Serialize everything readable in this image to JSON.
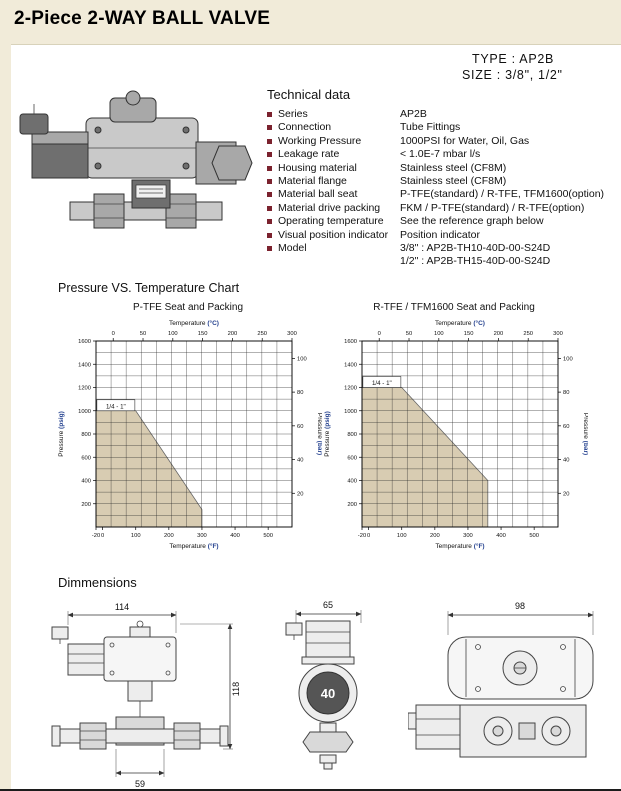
{
  "page": {
    "title": "2-Piece 2-WAY BALL VALVE",
    "type_label": "TYPE : AP2B",
    "size_label": "SIZE : 3/8\", 1/2\""
  },
  "technical": {
    "heading": "Technical data",
    "rows": [
      {
        "label": "Series",
        "value": "AP2B"
      },
      {
        "label": "Connection",
        "value": "Tube Fittings"
      },
      {
        "label": "Working Pressure",
        "value": "1000PSI for Water, Oil, Gas"
      },
      {
        "label": "Leakage rate",
        "value": "< 1.0E-7 mbar l/s"
      },
      {
        "label": "Housing material",
        "value": "Stainless steel (CF8M)"
      },
      {
        "label": "Material flange",
        "value": "Stainless steel (CF8M)"
      },
      {
        "label": "Material ball seat",
        "value": "P-TFE(standard) / R-TFE, TFM1600(option)"
      },
      {
        "label": "Material drive packing",
        "value": "FKM / P-TFE(standard) / R-TFE(option)"
      },
      {
        "label": "Operating temperature",
        "value": "See the reference graph below"
      },
      {
        "label": "Visual position indicator",
        "value": "Position indicator"
      },
      {
        "label": "Model",
        "value": "3/8\" : AP2B-TH10-40D-00-S24D",
        "value2": "1/2\" : AP2B-TH15-40D-00-S24D"
      }
    ]
  },
  "chart_section_heading": "Pressure VS. Temperature Chart",
  "chart_data": [
    {
      "type": "area",
      "title": "P-TFE Seat and Packing",
      "xlabel_top": "Temperature (°C)",
      "xlabel_bottom": "Temperature (°F)",
      "ylabel_left": "Pressure (psig)",
      "ylabel_right": "Pressure (bar)",
      "x_range_f": [
        -20,
        572
      ],
      "y_range_psig": [
        0,
        1600
      ],
      "x_ticks_f": [
        -20,
        0,
        100,
        200,
        300,
        400,
        500
      ],
      "x_ticks_c": [
        0,
        50,
        100,
        150,
        200,
        250,
        300
      ],
      "y_ticks_psig": [
        200,
        400,
        600,
        800,
        1000,
        1200,
        1400,
        1600
      ],
      "y_ticks_bar": [
        20,
        40,
        60,
        80,
        100
      ],
      "grid": true,
      "legend": "none",
      "fill_color": "#d8ccb2",
      "envelope_f_psig": [
        [
          -20,
          1000
        ],
        [
          100,
          1000
        ],
        [
          300,
          150
        ],
        [
          300,
          0
        ],
        [
          -20,
          0
        ]
      ],
      "annotation": "1/4 - 1\""
    },
    {
      "type": "area",
      "title": "R-TFE / TFM1600 Seat and Packing",
      "xlabel_top": "Temperature (°C)",
      "xlabel_bottom": "Temperature (°F)",
      "ylabel_left": "Pressure (psig)",
      "ylabel_right": "Pressure (bar)",
      "x_range_f": [
        -20,
        572
      ],
      "y_range_psig": [
        0,
        1600
      ],
      "x_ticks_f": [
        -20,
        0,
        100,
        200,
        300,
        400,
        500
      ],
      "x_ticks_c": [
        0,
        50,
        100,
        150,
        200,
        250,
        300
      ],
      "y_ticks_psig": [
        200,
        400,
        600,
        800,
        1000,
        1200,
        1400,
        1600
      ],
      "y_ticks_bar": [
        20,
        40,
        60,
        80,
        100
      ],
      "grid": true,
      "legend": "none",
      "fill_color": "#d8ccb2",
      "envelope_f_psig": [
        [
          -20,
          1200
        ],
        [
          100,
          1200
        ],
        [
          360,
          400
        ],
        [
          360,
          0
        ],
        [
          -20,
          0
        ]
      ],
      "annotation": "1/4 - 1\""
    }
  ],
  "dimensions": {
    "heading": "Dimmensions",
    "side_view": {
      "width": "114",
      "height": "118",
      "port_width": "59"
    },
    "front_view": {
      "width": "65",
      "dial_label": "40"
    },
    "top_view": {
      "width": "98"
    }
  },
  "colors": {
    "header_bg": "#f1ebd9",
    "bullet": "#7b222e",
    "chart_fill": "#d8ccb2"
  }
}
